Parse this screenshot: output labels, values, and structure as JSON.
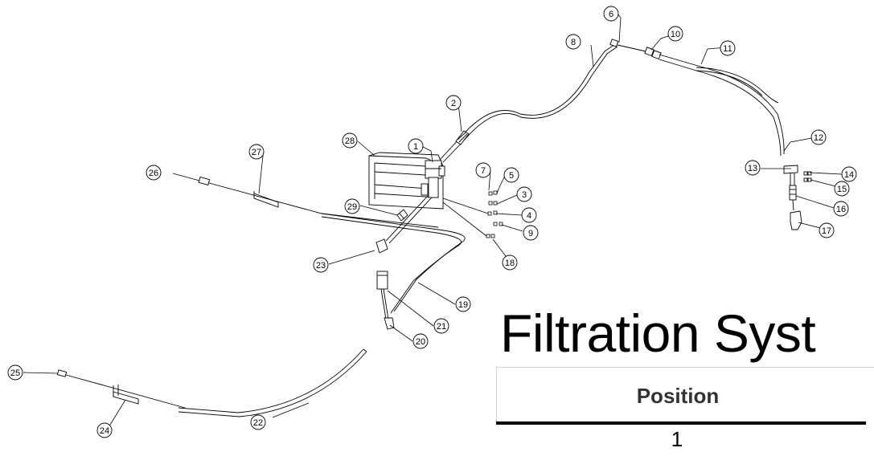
{
  "title": "Filtration Syst",
  "table": {
    "column_header": "Position",
    "first_row_value": "1"
  },
  "callouts": [
    "1",
    "2",
    "3",
    "4",
    "5",
    "6",
    "7",
    "8",
    "9",
    "10",
    "11",
    "12",
    "13",
    "14",
    "15",
    "16",
    "17",
    "18",
    "19",
    "20",
    "21",
    "22",
    "23",
    "24",
    "25",
    "26",
    "27",
    "28",
    "29"
  ],
  "colors": {
    "line": "#000000",
    "hose_fill": "#ffffff",
    "table_rule": "#cfcfcf"
  }
}
